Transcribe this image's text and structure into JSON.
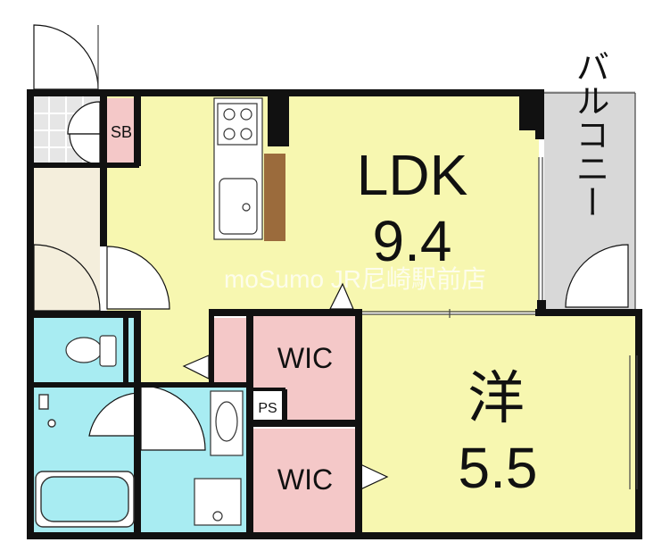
{
  "rooms": {
    "ldk": {
      "name": "LDK",
      "size": "9.4"
    },
    "western": {
      "name": "洋",
      "size": "5.5"
    },
    "wic_upper": {
      "name": "WIC"
    },
    "wic_lower": {
      "name": "WIC"
    },
    "ps": {
      "name": "PS"
    },
    "sb": {
      "name": "SB"
    },
    "balcony": {
      "name": "バルコニー"
    }
  },
  "watermark": "moSumo JR尼崎駅前店",
  "colors": {
    "ldk": "#f7f7b0",
    "western": "#f7f7b0",
    "wic": "#f4c8c8",
    "wet": "#a8ecf2",
    "balcony": "#d8d8d8",
    "storage": "#f4eedc",
    "wall": "#111111",
    "wood": "#9b6b3c"
  }
}
